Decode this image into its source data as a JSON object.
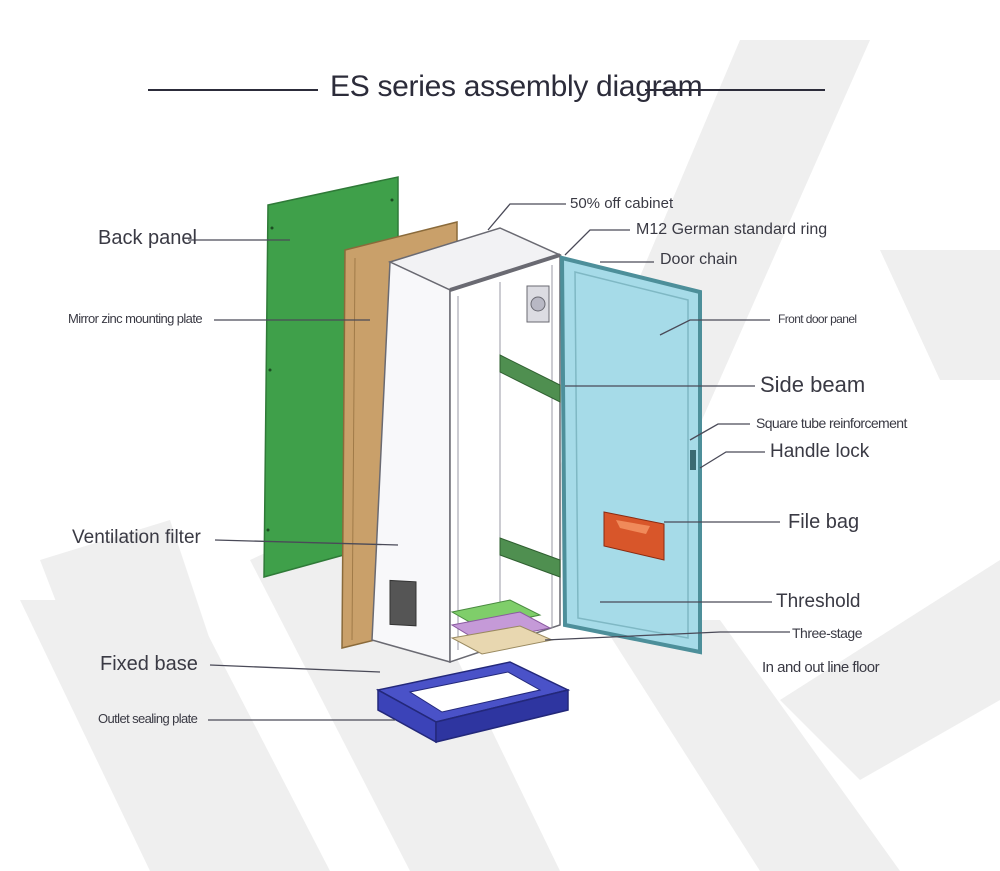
{
  "title": "ES series assembly diagram",
  "labels": {
    "back_panel": "Back panel",
    "mounting_plate": "Mirror zinc mounting plate",
    "ventilation_filter": "Ventilation filter",
    "fixed_base": "Fixed base",
    "outlet_sealing_plate": "Outlet sealing plate",
    "cabinet": "50% off cabinet",
    "ring": "M12 German standard ring",
    "door_chain": "Door chain",
    "front_door_panel": "Front door panel",
    "side_beam": "Side beam",
    "square_tube": "Square tube reinforcement",
    "handle_lock": "Handle lock",
    "file_bag": "File bag",
    "threshold": "Threshold",
    "three_stage": "Three-stage",
    "line_floor": "In and out line floor"
  },
  "colors": {
    "back_panel": "#3fa04a",
    "mounting_plate": "#c9a06a",
    "door_glass": "#a6dbe8",
    "door_frame": "#4d8f9a",
    "beam": "#4f8f50",
    "file_bag": "#d8562a",
    "base": "#3b43b8",
    "leader": "#4a4a58",
    "watermark": "#efefef"
  }
}
